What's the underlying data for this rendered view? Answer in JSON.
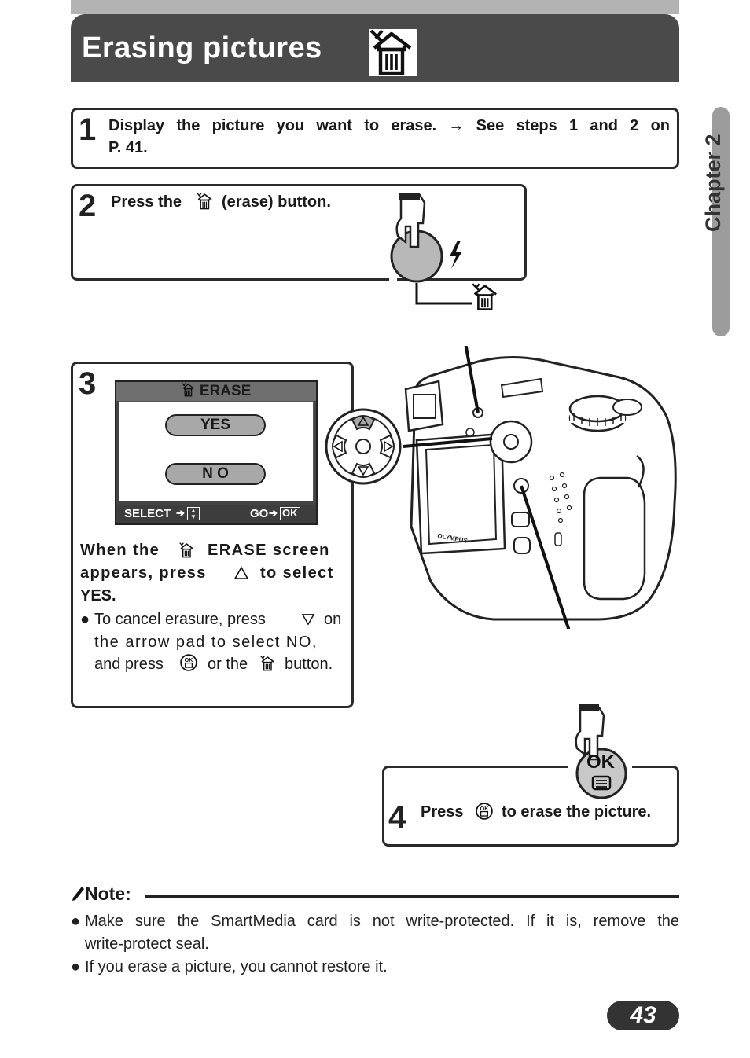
{
  "header": {
    "title": "Erasing pictures",
    "icon": "erase-trash-icon"
  },
  "chapter": {
    "label": "Chapter 2"
  },
  "step1": {
    "number": "1",
    "text_line1": "Display the picture you want to erase. → See steps 1 and 2 on",
    "text_line2": "P. 41."
  },
  "step2": {
    "number": "2",
    "text_before": "Press the",
    "text_after": "(erase) button."
  },
  "step3": {
    "number": "3",
    "lcd": {
      "title": "ERASE",
      "yes": "YES",
      "no": "N O",
      "select": "SELECT",
      "go": "GO",
      "ok": "OK"
    },
    "instr_line1_a": "When the",
    "instr_line1_b": "ERASE screen",
    "instr_line2_a": "appears, press",
    "instr_line2_b": "to select",
    "instr_line3": "YES.",
    "bullet_line1_a": "To cancel erasure, press",
    "bullet_line1_b": "on",
    "bullet_line2": "the arrow pad to select NO,",
    "bullet_line3_a": "and press",
    "bullet_line3_b": "or the",
    "bullet_line3_c": "button."
  },
  "step4": {
    "number": "4",
    "text_before": "Press",
    "text_after": "to erase the picture.",
    "button_label": "OK"
  },
  "camera": {
    "brand": "OLYMPUS"
  },
  "note": {
    "label": "Note:",
    "items": [
      "Make sure the SmartMedia card is not write-protected. If it is, remove the",
      "write-protect seal.",
      "If you erase a picture, you cannot restore it."
    ]
  },
  "page_number": "43",
  "colors": {
    "header_bg": "#4a4a4a",
    "chapter_tab": "#9c9c9c",
    "page_pill": "#333333"
  }
}
